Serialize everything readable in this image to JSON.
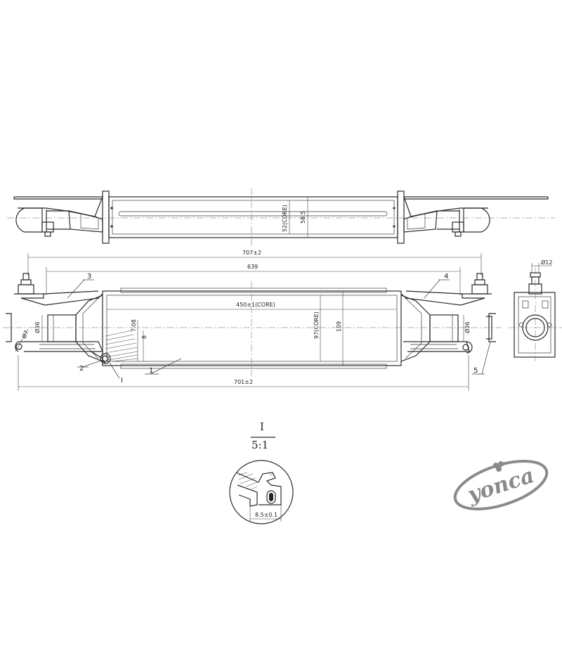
{
  "top_view": {
    "dim_core_height": "52(CORE)",
    "dim_height": "58.5"
  },
  "front_view": {
    "dim_overall_top": "707±2",
    "dim_tank_span": "639",
    "dim_core_width": "450±1(CORE)",
    "dim_core_height": "97(CORE)",
    "dim_total_height": "109",
    "dim_pipe_dia_left": "Ø36",
    "dim_pipe_dia_right": "Ø36",
    "dim_hole_dia": "Ø7",
    "dim_fin_pitch": "7.08",
    "dim_fin_gap": "8",
    "dim_overall_bottom": "701±2",
    "balloons": [
      "1",
      "2",
      "3",
      "4",
      "5"
    ],
    "detail_callout": "I"
  },
  "side_view": {
    "dim_dia": "Ø12"
  },
  "detail_view": {
    "label": "I",
    "scale": "5:1",
    "dim_seal": "8.5±0.1"
  },
  "logo": {
    "text": "yonca",
    "color": "#8a8a8a"
  }
}
